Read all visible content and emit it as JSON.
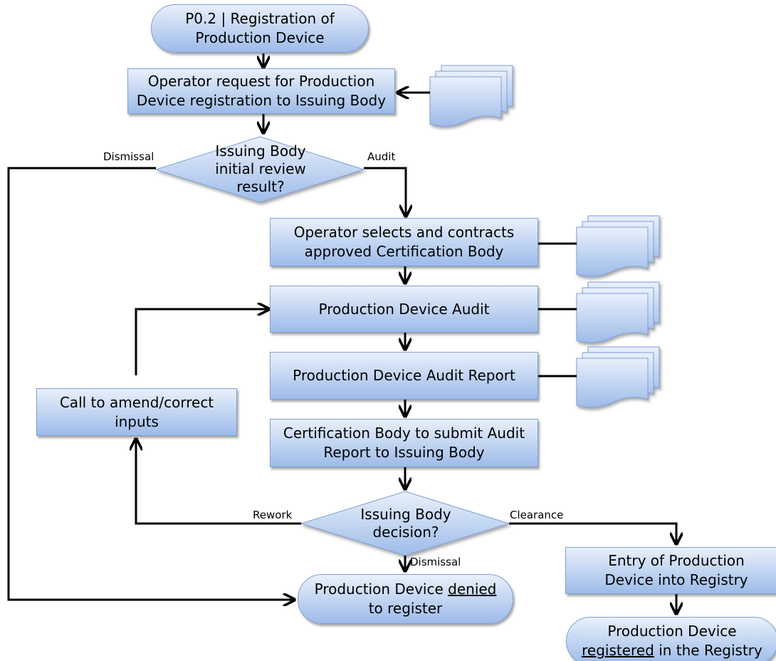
{
  "nodes": {
    "start": "P0.2 | Registration of Production Device",
    "operator_request": "Operator request for Production Device registration to Issuing Body",
    "initial_review": "Issuing Body initial review result?",
    "select_cb": "Operator selects and contracts approved Certification Body",
    "audit": "Production Device Audit",
    "audit_report": "Production Device Audit Report",
    "amend": "Call to amend/correct inputs",
    "submit_report": "Certification Body to submit Audit Report to Issuing Body",
    "decision": "Issuing Body decision?",
    "entry": "Entry of Production Device into Registry",
    "denied_pre": "Production Device ",
    "denied_u": "denied",
    "denied_post": " to register",
    "registered_pre": "Production Device ",
    "registered_u": "registered",
    "registered_post": " in the Registry"
  },
  "edge_labels": {
    "dismissal_top": "Dismissal",
    "audit": "Audit",
    "rework": "Rework",
    "clearance": "Clearance",
    "dismissal_bottom": "Dismissal"
  },
  "colors": {
    "fill_top": "#e9f0fb",
    "fill_bottom": "#9dbbe9",
    "stroke": "#7f9fd1",
    "connector": "#000000"
  }
}
